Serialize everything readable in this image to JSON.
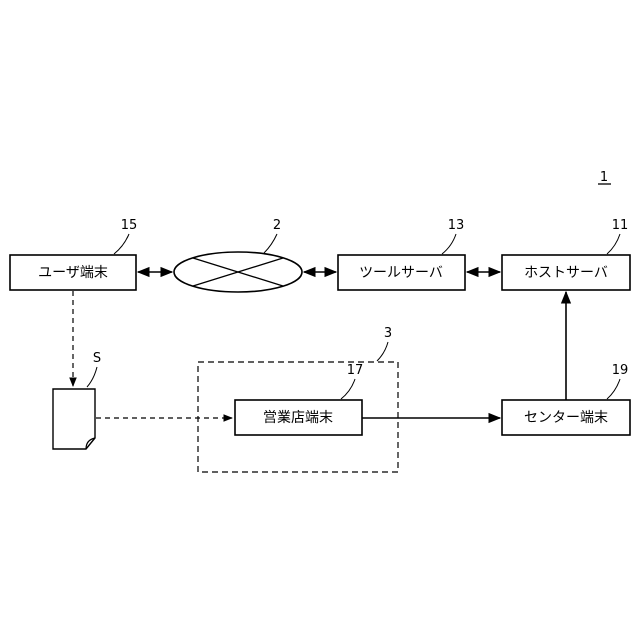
{
  "figure": {
    "number": "1",
    "nodes": {
      "user_terminal": {
        "label": "ユーザ端末",
        "ref": "15"
      },
      "network": {
        "ref": "2"
      },
      "tool_server": {
        "label": "ツールサーバ",
        "ref": "13"
      },
      "host_server": {
        "label": "ホストサーバ",
        "ref": "11"
      },
      "document": {
        "ref": "S"
      },
      "branch_group": {
        "ref": "3"
      },
      "branch_terminal": {
        "label": "営業店端末",
        "ref": "17"
      },
      "center_terminal": {
        "label": "センター端末",
        "ref": "19"
      }
    }
  },
  "colors": {
    "line": "#000000",
    "background": "#ffffff"
  }
}
